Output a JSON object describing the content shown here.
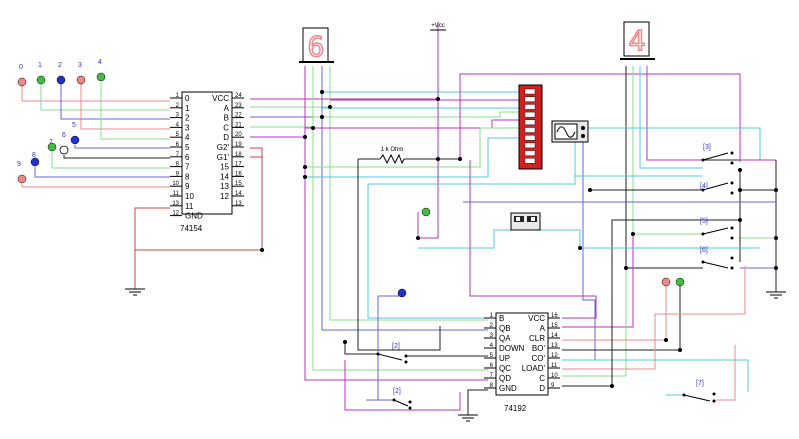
{
  "title": "",
  "vcc_label": "+Vcc",
  "resistor_label": "1 k Ohm",
  "colors": {
    "wire_magenta": "#bb33bb",
    "wire_cyan": "#55c8e0",
    "wire_green": "#88dd88",
    "wire_pink": "#ee8888",
    "wire_blue": "#6666dd",
    "wire_black": "#222222",
    "wire_red": "#cc4444",
    "probe_red": "#ee8888",
    "probe_green": "#44bb44",
    "probe_blue": "#2233cc",
    "seg_red": "#ee8888",
    "bargraph_red": "#cc2222"
  },
  "chip_74154": {
    "name": "74154",
    "left_labels": [
      "0",
      "1",
      "2",
      "3",
      "4",
      "5",
      "6",
      "7",
      "8",
      "9",
      "10",
      "11",
      "GND"
    ],
    "left_pins": [
      "1",
      "2",
      "3",
      "4",
      "5",
      "6",
      "7",
      "8",
      "9",
      "10",
      "11",
      "13",
      "12"
    ],
    "right_labels": [
      "VCC",
      "A",
      "B",
      "C",
      "D",
      "G2'",
      "G1'",
      "15",
      "14",
      "13",
      "12",
      ""
    ],
    "right_pins": [
      "24",
      "23",
      "22",
      "21",
      "20",
      "19",
      "18",
      "17",
      "16",
      "15",
      "14",
      "13"
    ]
  },
  "chip_74192": {
    "name": "74192",
    "left_labels": [
      "B",
      "QB",
      "QA",
      "DOWN",
      "UP",
      "QC",
      "QD",
      "GND"
    ],
    "left_pins": [
      "1",
      "2",
      "3",
      "4",
      "5",
      "6",
      "7",
      "8"
    ],
    "right_labels": [
      "VCC",
      "A",
      "CLR",
      "BO'",
      "CO'",
      "LOAD'",
      "C",
      "D"
    ],
    "right_pins": [
      "16",
      "15",
      "14",
      "13",
      "12",
      "11",
      "10",
      "9"
    ]
  },
  "probe_labels": [
    "0",
    "1",
    "2",
    "3",
    "4",
    "5",
    "6",
    "7",
    "8",
    "9"
  ],
  "display_left": "6",
  "display_right": "4",
  "switch_labels": [
    "[3]",
    "[4]",
    "[5]",
    "[6]",
    "[2]",
    "[2]",
    "[7]"
  ]
}
